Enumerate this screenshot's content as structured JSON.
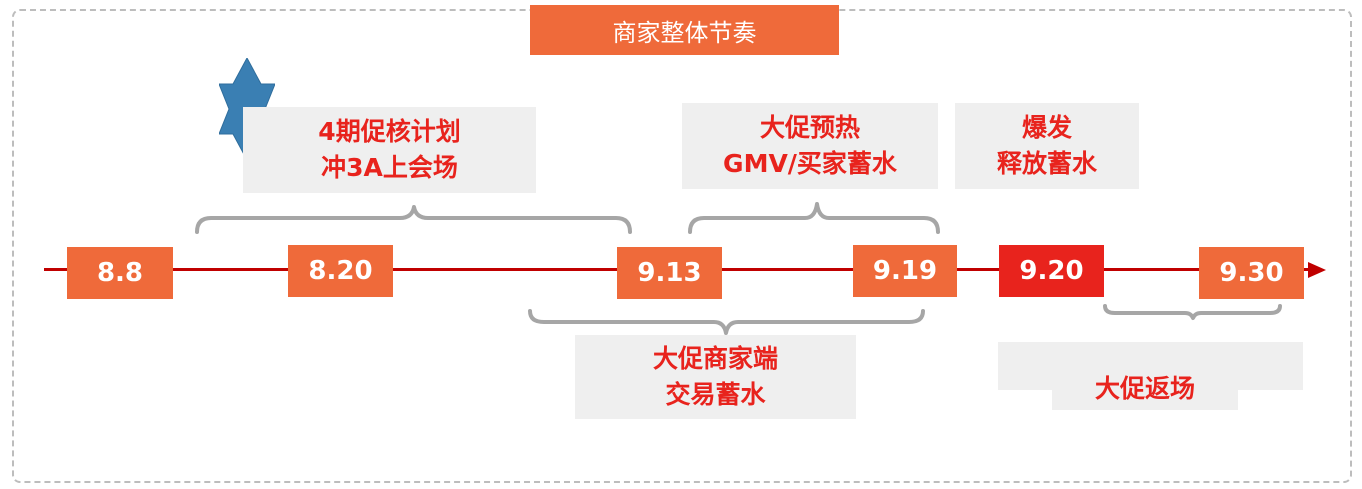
{
  "title": "商家整体节奏",
  "colors": {
    "accent": "#ef6a3a",
    "highlight": "#e8231d",
    "axis": "#c00000",
    "box_bg": "#efefef",
    "star": "#3a7fb3"
  },
  "timeline": {
    "dates": [
      "8.8",
      "8.20",
      "9.13",
      "9.19",
      "9.20",
      "9.30"
    ],
    "highlighted": "9.20"
  },
  "phases": {
    "promo_plan": {
      "line1": "4期促核计划",
      "line2": "冲3A上会场"
    },
    "preheat": {
      "line1": "大促预热",
      "line2": "GMV/买家蓄水"
    },
    "burst": {
      "line1": "爆发",
      "line2": "释放蓄水"
    },
    "merchant": {
      "line1": "大促商家端",
      "line2": "交易蓄水"
    },
    "return": {
      "line1": "大促返场"
    }
  },
  "icons": {
    "marker": "star-icon"
  }
}
